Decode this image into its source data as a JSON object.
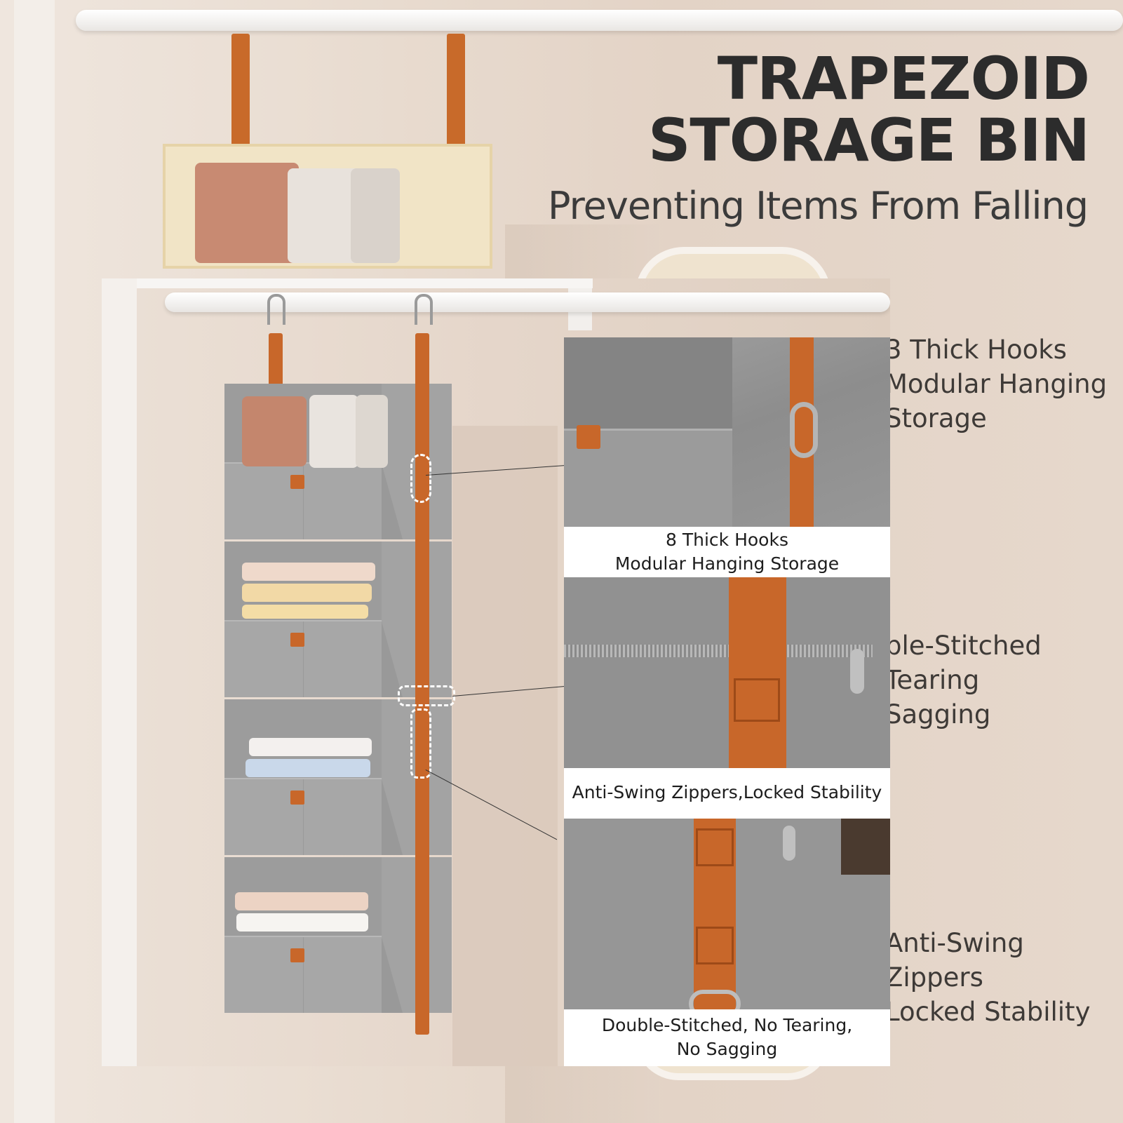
{
  "heading": {
    "line1": "TRAPEZOID",
    "line2": "STORAGE BIN",
    "subtitle": "Preventing Items From Falling"
  },
  "side_text": {
    "block1": [
      "3 Thick Hooks",
      "Modular Hanging",
      "Storage"
    ],
    "block2": [
      "ble-Stitched",
      "Tearing",
      "Sagging"
    ],
    "block3": [
      "Anti-Swing Zippers",
      "Locked Stability"
    ]
  },
  "captions": {
    "hooks": [
      "8 Thick Hooks",
      "Modular Hanging Storage"
    ],
    "zippers": "Anti-Swing Zippers,Locked Stability",
    "stitch": [
      "Double-Stitched, No Tearing,",
      "No Sagging"
    ]
  },
  "colors": {
    "accent_strap": "#c8672a",
    "fabric_gray": "#a7a7a7",
    "wall": "#e7d9cd"
  }
}
